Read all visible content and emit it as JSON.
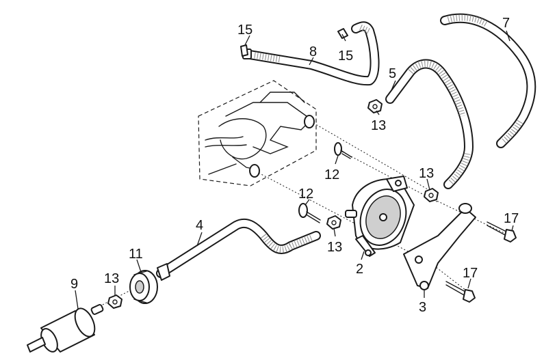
{
  "callouts": {
    "c2": "2",
    "c3": "3",
    "c4": "4",
    "c5": "5",
    "c7": "7",
    "c8": "8",
    "c9": "9",
    "c11": "11",
    "c12a": "12",
    "c12b": "12",
    "c13a": "13",
    "c13b": "13",
    "c13c": "13",
    "c13d": "13",
    "c15a": "15",
    "c15b": "15",
    "c17a": "17",
    "c17b": "17"
  }
}
